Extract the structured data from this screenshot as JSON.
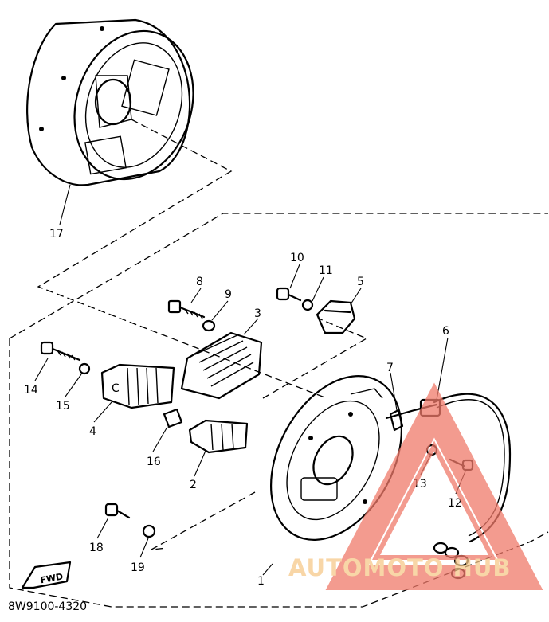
{
  "diagram": {
    "parts": [
      {
        "ref": "1"
      },
      {
        "ref": "2"
      },
      {
        "ref": "3"
      },
      {
        "ref": "4"
      },
      {
        "ref": "5"
      },
      {
        "ref": "6"
      },
      {
        "ref": "7"
      },
      {
        "ref": "8"
      },
      {
        "ref": "9"
      },
      {
        "ref": "10"
      },
      {
        "ref": "11"
      },
      {
        "ref": "12"
      },
      {
        "ref": "13"
      },
      {
        "ref": "14"
      },
      {
        "ref": "15"
      },
      {
        "ref": "16"
      },
      {
        "ref": "17"
      },
      {
        "ref": "18"
      },
      {
        "ref": "19"
      }
    ],
    "fwd_label": "FWD",
    "diagram_code": "8W9100-4320",
    "watermark_text": "AUTOMOTO HUB",
    "colors": {
      "watermark": "#f07a6a",
      "watermark_text": "#f6c98a",
      "ink": "#000000"
    }
  }
}
